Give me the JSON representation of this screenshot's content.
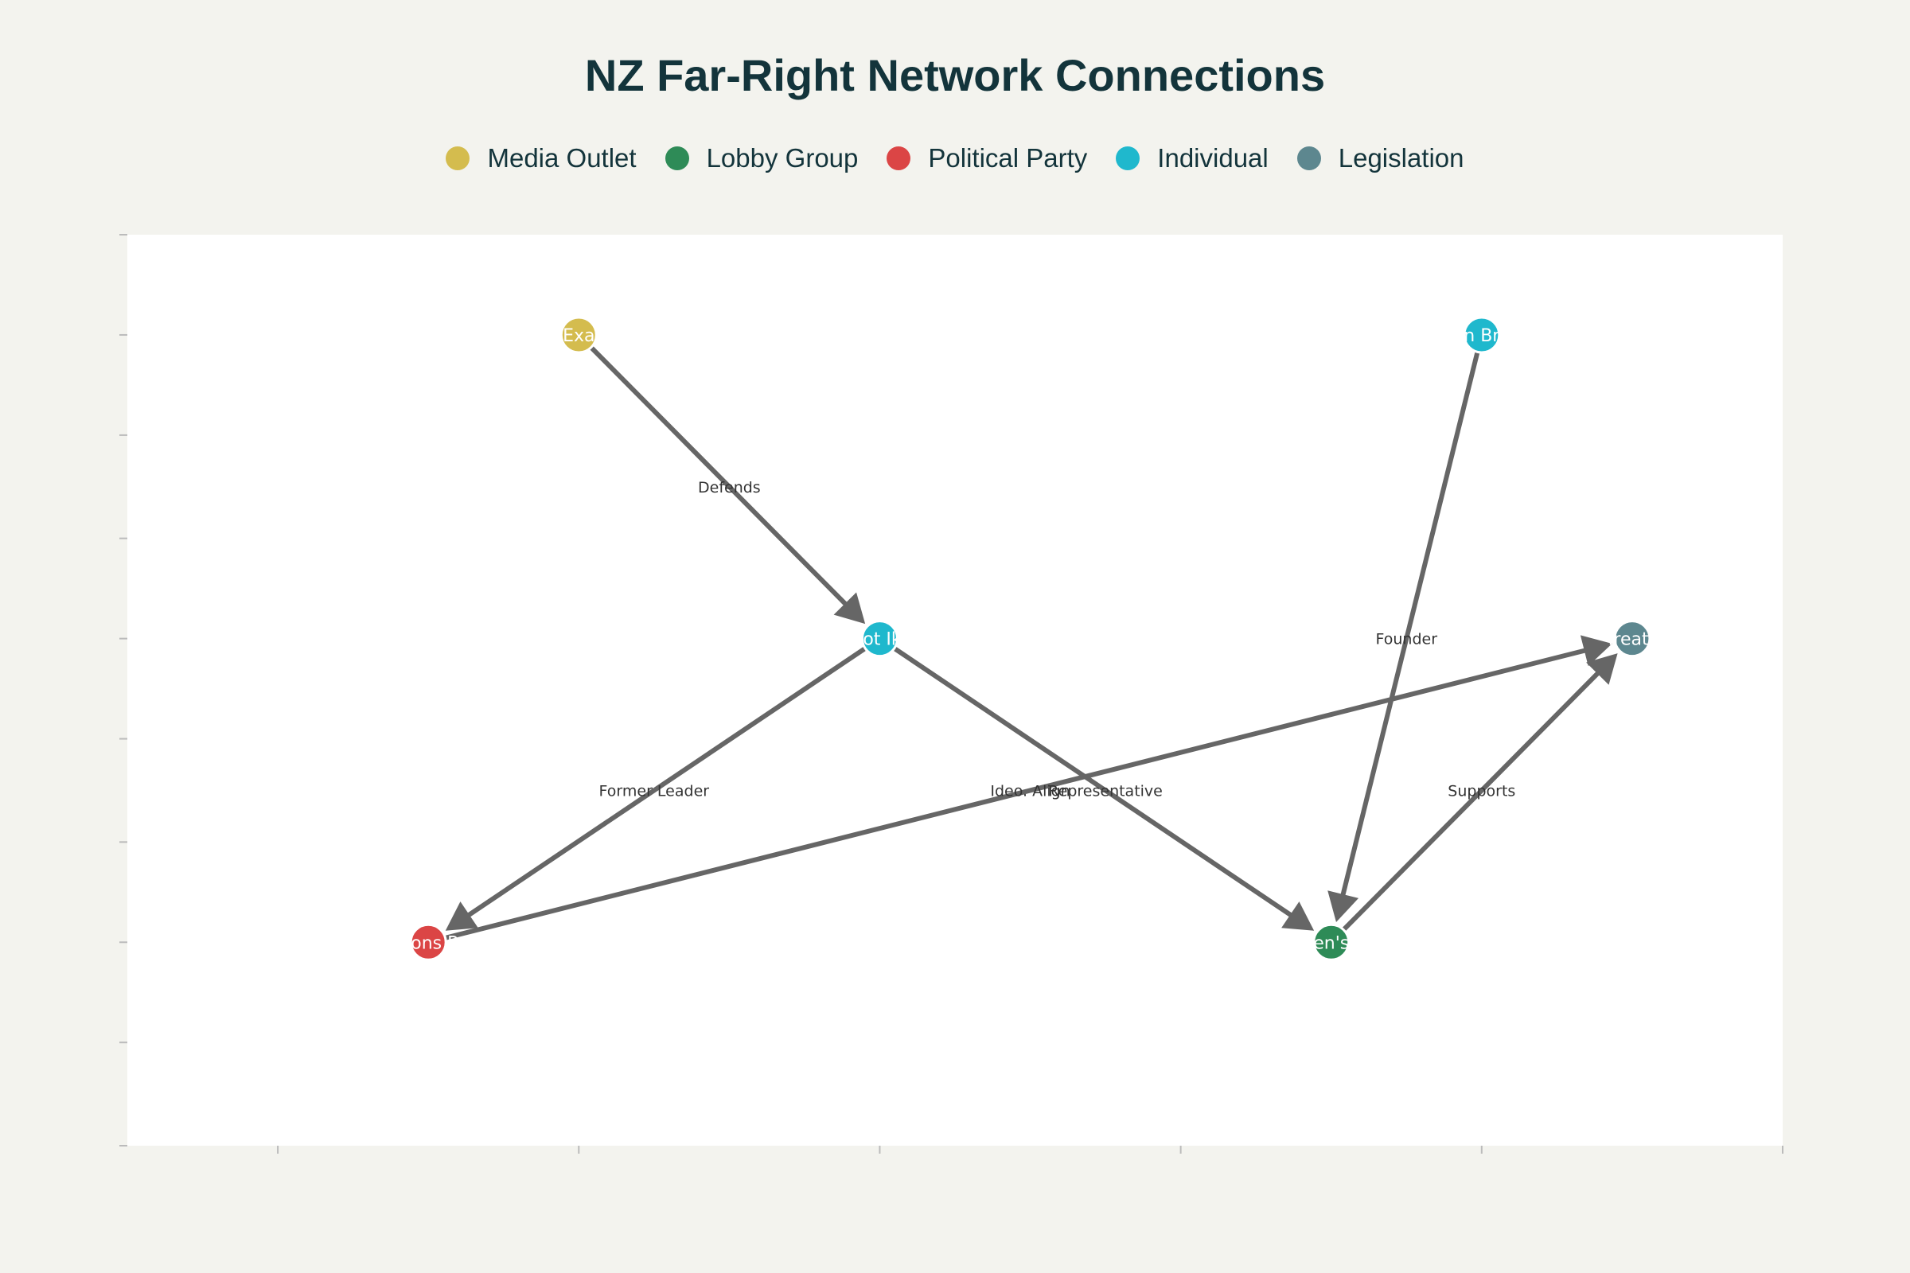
{
  "title": "NZ Far-Right Network Connections",
  "legend": [
    {
      "label": "Media Outlet",
      "color": "#D4BC4E"
    },
    {
      "label": "Lobby Group",
      "color": "#2E8B57"
    },
    {
      "label": "Political Party",
      "color": "#DB4545"
    },
    {
      "label": "Individual",
      "color": "#1FB8CD"
    },
    {
      "label": "Legislation",
      "color": "#5D878F"
    }
  ],
  "chart_data": {
    "type": "network",
    "title": "NZ Far-Right Network Connections",
    "xlim": [
      -0.5,
      5
    ],
    "ylim": [
      0.33,
      3.33
    ],
    "x_ticks": [
      0,
      1,
      2,
      3,
      4,
      5
    ],
    "y_ticks": [
      0.33,
      0.67,
      1,
      1.33,
      1.67,
      2,
      2.33,
      2.67,
      3,
      3.33
    ],
    "nodes": [
      {
        "id": "exa",
        "label": "Exa",
        "category": 0,
        "x": 1,
        "y": 3
      },
      {
        "id": "nbr",
        "label": "n Br",
        "category": 3,
        "x": 4,
        "y": 3
      },
      {
        "id": "iot",
        "label": "iot Ik",
        "category": 3,
        "x": 2,
        "y": 2
      },
      {
        "id": "treaty",
        "label": "Treaty",
        "category": 4,
        "x": 4.5,
        "y": 2
      },
      {
        "id": "cons",
        "label": "Cons P",
        "category": 2,
        "x": 0.5,
        "y": 1
      },
      {
        "id": "ens",
        "label": "en's",
        "category": 1,
        "x": 3.5,
        "y": 1
      }
    ],
    "edges": [
      {
        "from": "exa",
        "to": "iot",
        "label": "Defends"
      },
      {
        "from": "nbr",
        "to": "ens",
        "label": "Founder"
      },
      {
        "from": "iot",
        "to": "cons",
        "label": "Former Leader"
      },
      {
        "from": "iot",
        "to": "ens",
        "label": "Representative"
      },
      {
        "from": "cons",
        "to": "treaty",
        "label": "Ideo. Align"
      },
      {
        "from": "ens",
        "to": "treaty",
        "label": "Supports"
      }
    ]
  }
}
